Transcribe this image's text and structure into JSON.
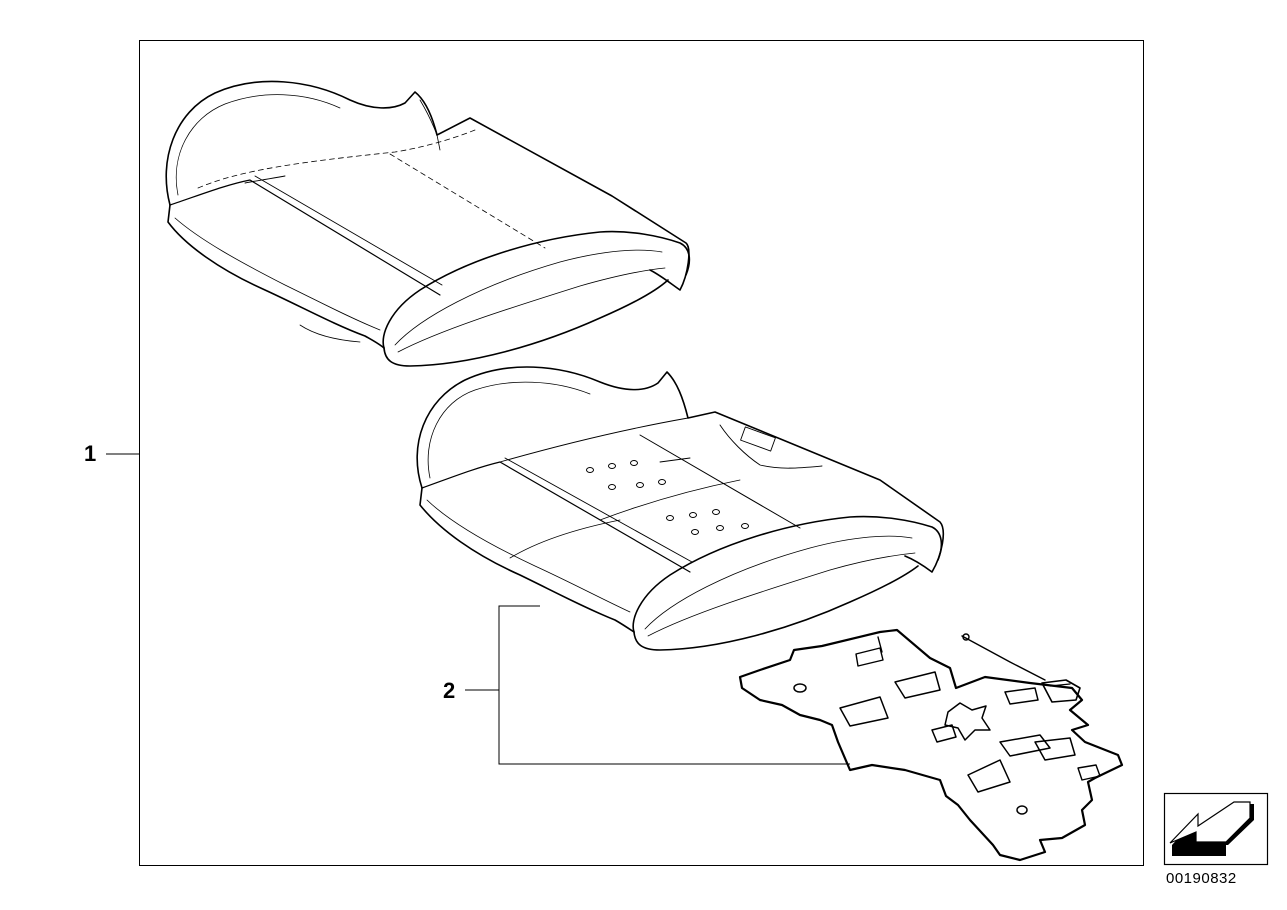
{
  "callouts": [
    {
      "label": "1",
      "part": "seat-cushion-upholstery-kit"
    },
    {
      "label": "2",
      "part": "seat-occupancy-sensor-mat"
    }
  ],
  "diagram_number": "00190832",
  "icons": {
    "orientation": "direction-arrow-icon"
  },
  "colors": {
    "line": "#000000",
    "background": "#ffffff"
  }
}
